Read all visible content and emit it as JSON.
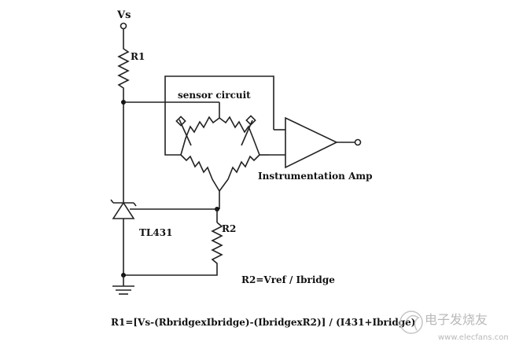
{
  "labels": {
    "vs": "Vs",
    "r1": "R1",
    "sensor": "sensor circuit",
    "amp": "Instrumentation Amp",
    "tl431": "TL431",
    "r2": "R2",
    "r2_formula": "R2=Vref / Ibridge",
    "r1_formula": "R1=[Vs-(RbridgexIbridge)-(IbridgexR2)] / (I431+Ibridge)"
  },
  "watermark": {
    "cn": "电子发烧友",
    "url": "www.elecfans.com"
  },
  "colors": {
    "ink": "#222222",
    "watermark": "#b9b9b9"
  }
}
